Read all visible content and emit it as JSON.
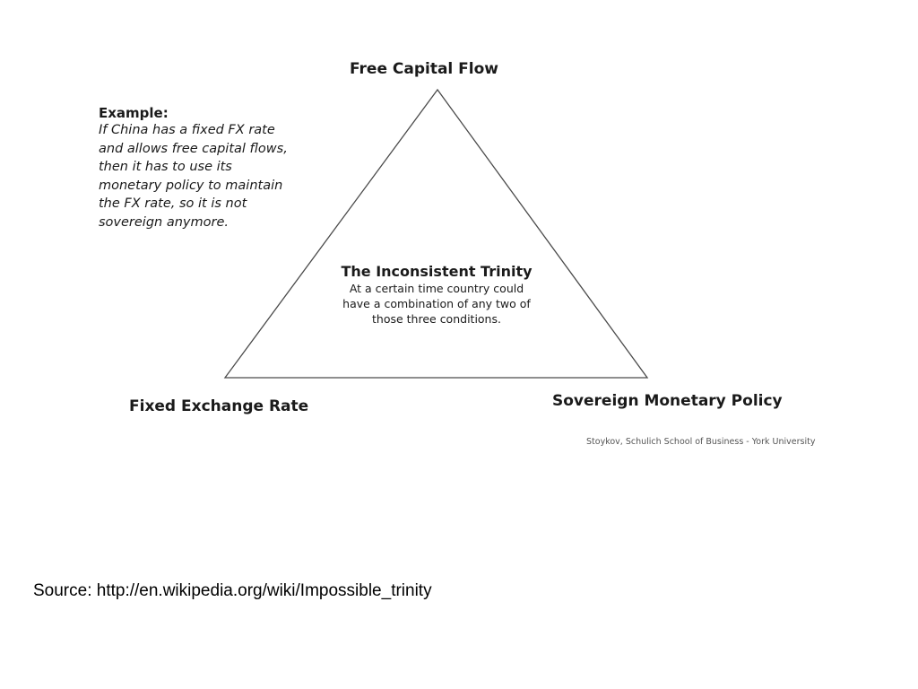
{
  "diagram": {
    "vertices": {
      "top": "Free Capital Flow",
      "left": "Fixed Exchange Rate",
      "right": "Sovereign Monetary Policy"
    },
    "example": {
      "title": "Example:",
      "lines": [
        "If China has a fixed FX rate",
        "and allows free capital flows,",
        "then it has to use its",
        "monetary policy to maintain",
        "the FX rate, so it is not",
        "sovereign anymore."
      ]
    },
    "center": {
      "title": "The Inconsistent Trinity",
      "lines": [
        "At a certain time country could",
        "have a combination of any two of",
        "those three conditions."
      ]
    },
    "credit": "Stoykov, Schulich School of Business - York University",
    "line_color": "#4a4a4a"
  },
  "source": "Source: http://en.wikipedia.org/wiki/Impossible_trinity"
}
